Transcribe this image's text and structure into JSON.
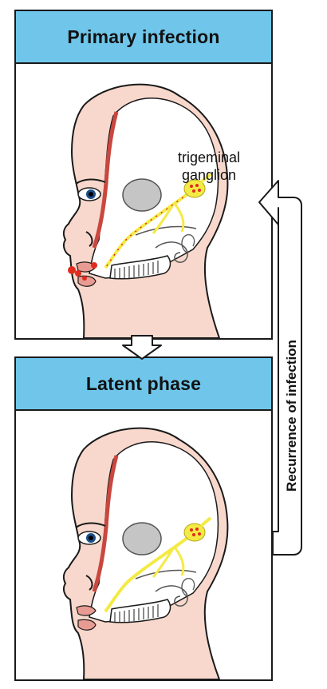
{
  "panels": {
    "top": {
      "title": "Primary infection",
      "label": "trigeminal\nganglion"
    },
    "bottom": {
      "title": "Latent phase"
    }
  },
  "side_label": "Recurrence of infection",
  "icons": {
    "down_arrow": "down-arrow-icon",
    "recurrence_arrow": "left-arrow-icon"
  },
  "colors": {
    "header": "#6fc6ea",
    "skin": "#f8d8cc",
    "cut_line": "#c9473e",
    "nerve": "#f4ea44",
    "infection": "#e02b1f"
  }
}
